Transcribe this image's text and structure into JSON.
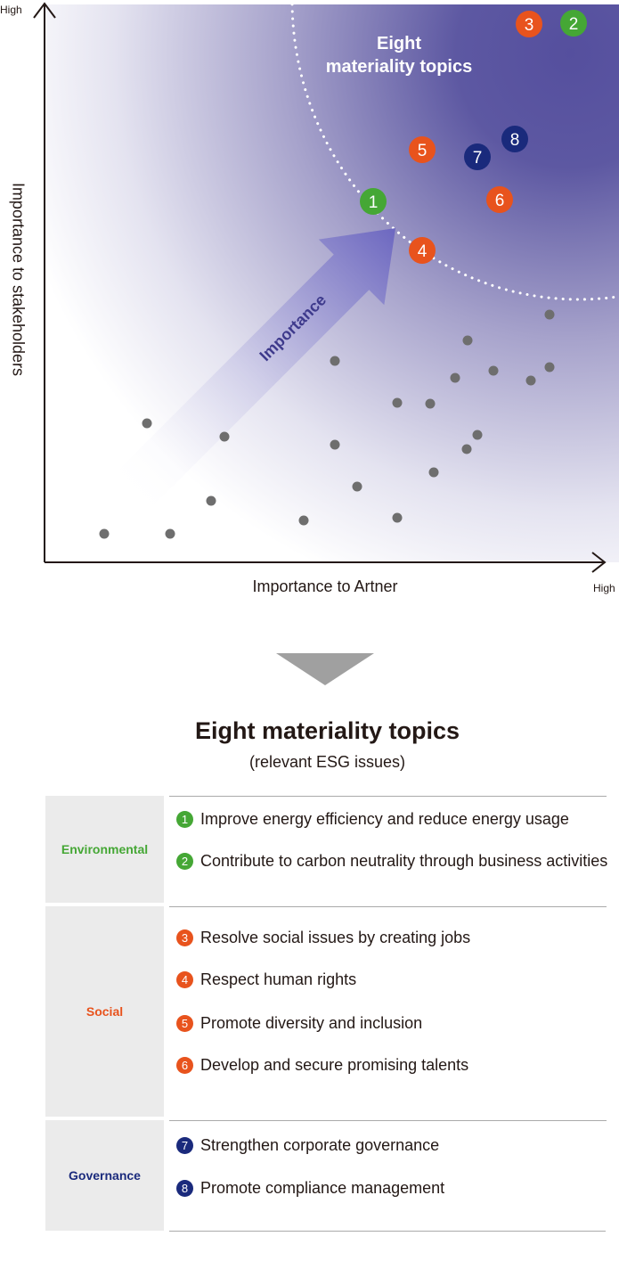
{
  "matrix": {
    "y_high": "High",
    "x_high": "High",
    "ylabel": "Importance to stakeholders",
    "xlabel": "Importance to Artner",
    "arrow_label": "Importance",
    "region_label_line1": "Eight",
    "region_label_line2": "materiality topics",
    "topic_markers": [
      "1",
      "2",
      "3",
      "4",
      "5",
      "6",
      "7",
      "8"
    ]
  },
  "colors": {
    "environmental": "#45a735",
    "social": "#e8531d",
    "governance": "#1a2a7c",
    "gray_dot": "#6e6e6e",
    "field": "#5a55a0"
  },
  "summary": {
    "title": "Eight materiality topics",
    "subtitle": "(relevant ESG issues)",
    "groups": [
      {
        "label": "Environmental",
        "items": [
          {
            "num": "1",
            "text": "Improve energy efficiency and reduce energy usage"
          },
          {
            "num": "2",
            "text": "Contribute to carbon neutrality through business activities"
          }
        ]
      },
      {
        "label": "Social",
        "items": [
          {
            "num": "3",
            "text": "Resolve social issues by creating jobs"
          },
          {
            "num": "4",
            "text": "Respect human rights"
          },
          {
            "num": "5",
            "text": "Promote diversity and inclusion"
          },
          {
            "num": "6",
            "text": "Develop and secure promising talents"
          }
        ]
      },
      {
        "label": "Governance",
        "items": [
          {
            "num": "7",
            "text": "Strengthen corporate governance"
          },
          {
            "num": "8",
            "text": "Promote compliance management"
          }
        ]
      }
    ]
  }
}
